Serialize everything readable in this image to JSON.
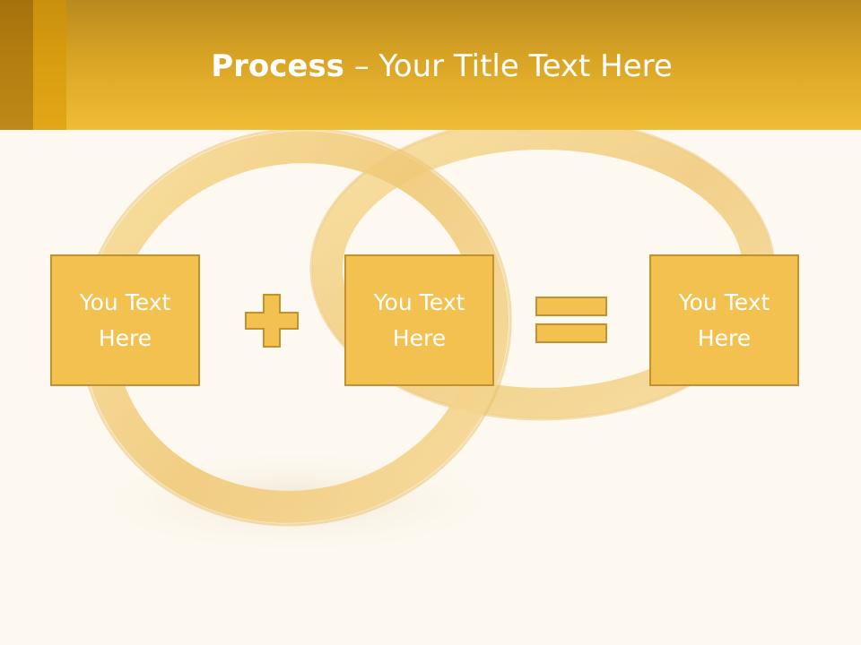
{
  "slide": {
    "title_bold": "Process",
    "title_rest": " – Your Title Text Here"
  },
  "boxes": [
    {
      "text": "You Text\nHere"
    },
    {
      "text": "You Text\nHere"
    },
    {
      "text": "You Text\nHere"
    }
  ],
  "operators": [
    "plus-icon",
    "equals-icon"
  ],
  "colors": {
    "header": "#e7b12e",
    "box_fill": "#f2c14f",
    "box_border": "#c1922f",
    "background": "#fdf9f0"
  }
}
